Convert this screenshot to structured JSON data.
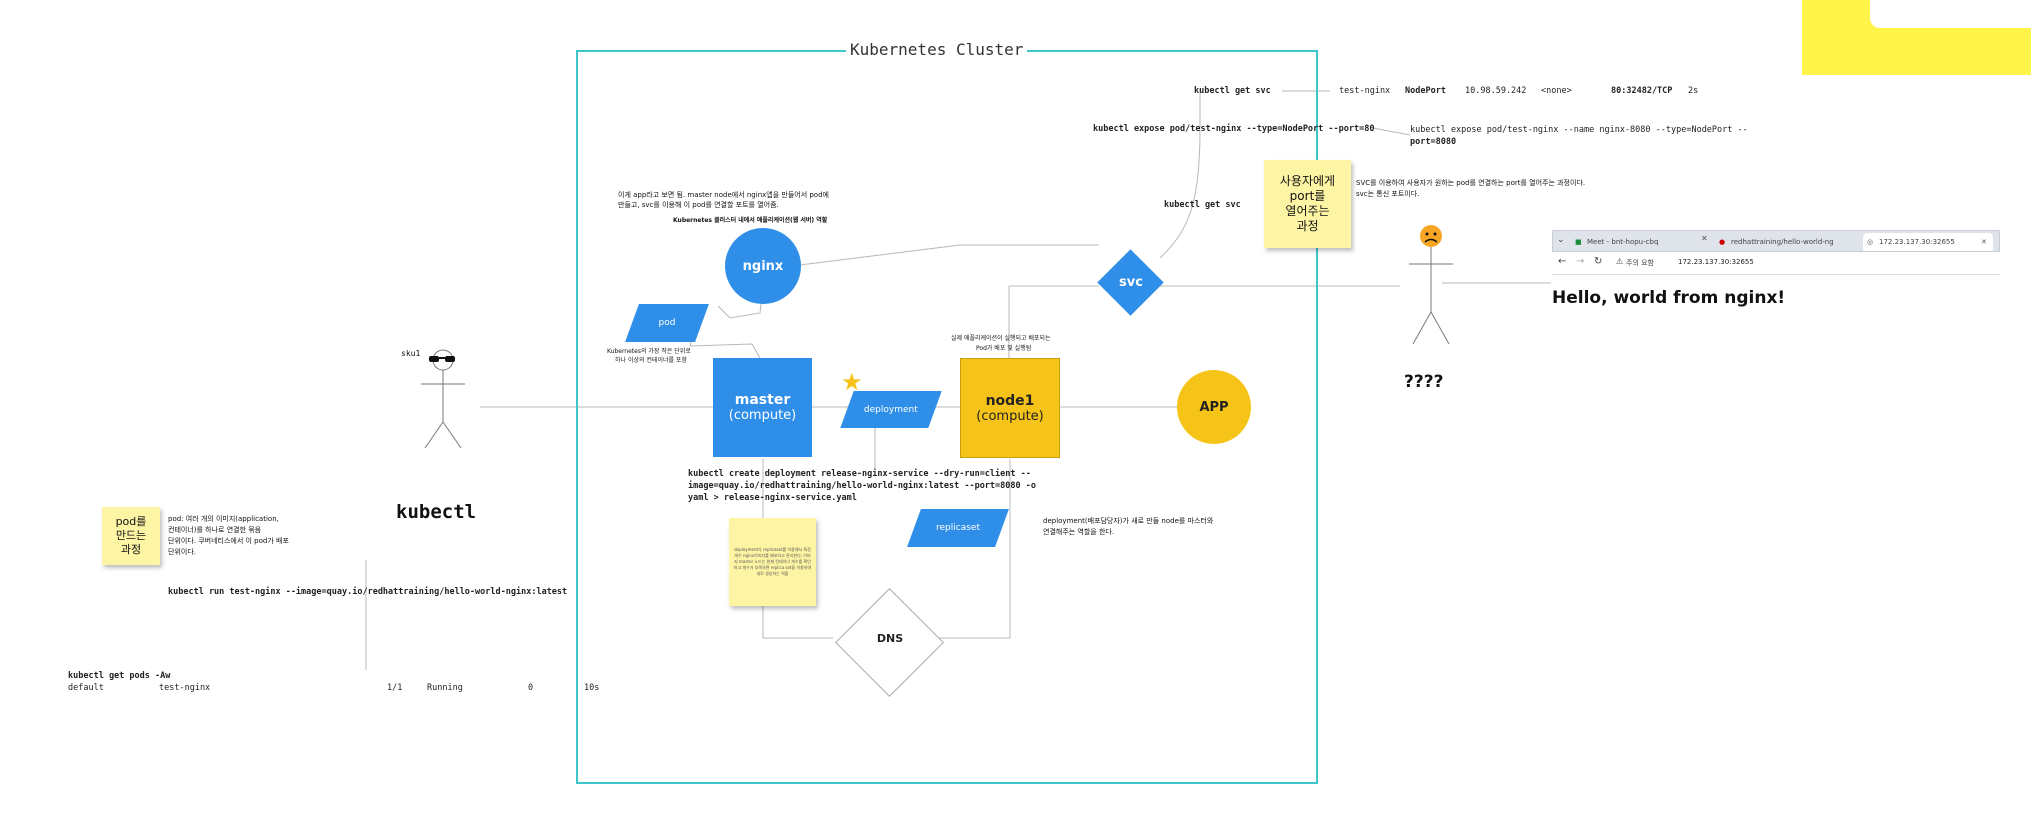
{
  "cluster": {
    "title": "Kubernetes Cluster"
  },
  "nodes": {
    "nginx": "nginx",
    "pod": "pod",
    "master_title": "master",
    "master_sub": "(compute)",
    "deployment": "deployment",
    "node1_title": "node1",
    "node1_sub": "(compute)",
    "app": "APP",
    "svc": "svc",
    "replicaset": "replicaset",
    "dns": "DNS"
  },
  "actors": {
    "left_name": "sku1",
    "left_caption": "kubectl",
    "right_caption": "????"
  },
  "stickies": {
    "pod_process": [
      "pod를",
      "만드는",
      "과정"
    ],
    "port_process": [
      "사용자에게",
      "port를",
      "열어주는",
      "과정"
    ],
    "deployment_note": "deployment가 replicaset를 이용해서 특정 개수 nginx이미지를 배포하고 관리한다. 이미지 master 노드는 현재 컨테이너 개수를 확인하고 개수가 부족하면 replica set을 이용하여 새로 생성하는 역할"
  },
  "notes": {
    "nginx_desc_1": "이게 app라고 보면 됨. master node에서 nginx앱을 만들어서 pod에",
    "nginx_desc_2": "만들고, svc를 이용해 이 pod를 연결할 포트를 열어줌.",
    "nginx_role": "Kubernetes 클러스터 내에서 애플리케이션(웹 서버) 역할",
    "master_desc_1": "Kubernetes의 가장 작은 단위로",
    "master_desc_2": "하나 이상의 컨테이너를 포함",
    "node1_desc_1": "실제 애플리케이션이 실행되고 배포되는",
    "node1_desc_2": "Pod가 배포 및 실행됨",
    "pod_desc_1": "pod: 여러 개의 이미지(application,",
    "pod_desc_2": "컨테이너)를 하나로 연결한 묶음",
    "pod_desc_3": "단위이다. 쿠버네티스에서 이 pod가 배포",
    "pod_desc_4": "단위이다.",
    "replicaset_desc_1": "deployment(배포담당자)가 새로 만들 node를 마스터와",
    "replicaset_desc_2": "연결해주는 역할을 한다.",
    "svc_desc_1": "SVC를 이용하여 사용자가 원하는 pod를 연결하는 port를 열어주는 과정이다.",
    "svc_desc_2": "svc는 통신 포트이다."
  },
  "commands": {
    "get_svc_1": "kubectl get svc",
    "get_svc_2": "kubectl get svc",
    "svc_row_name": "test-nginx",
    "svc_row_type": "NodePort",
    "svc_row_ip": "10.98.59.242",
    "svc_row_ext": "<none>",
    "svc_row_port": "80:32482/TCP",
    "svc_row_age": "2s",
    "expose_1": "kubectl expose pod/test-nginx --type=NodePort --port=80",
    "expose_2a": "kubectl expose pod/test-nginx --name nginx-8080 --type=NodePort --",
    "expose_2b": "port=8080",
    "create_deploy_1": "kubectl create deployment release-nginx-service --dry-run=client --",
    "create_deploy_2": "image=quay.io/redhattraining/hello-world-nginx:latest --port=8080 -o",
    "create_deploy_3": "yaml > release-nginx-service.yaml",
    "run": "kubectl run test-nginx --image=quay.io/redhattraining/hello-world-nginx:latest",
    "get_pods": "kubectl get pods -Aw",
    "pods_ns": "default",
    "pods_name": "test-nginx",
    "pods_ready": "1/1",
    "pods_status": "Running",
    "pods_restarts": "0",
    "pods_age": "10s"
  },
  "browser": {
    "tabs": [
      "Meet - bnt-hopu-cbq",
      "redhattraining/hello-world-ng",
      "172.23.137.30:32655"
    ],
    "security_label": "주의 요함",
    "url": "172.23.137.30:32655",
    "page_text": "Hello, world from nginx!"
  },
  "colors": {
    "cluster_border": "#3cc6c8",
    "blue": "#2f8fe8",
    "yellow": "#f6c418",
    "sticky": "#fdf4a4",
    "corner_yellow": "#fff44a"
  }
}
